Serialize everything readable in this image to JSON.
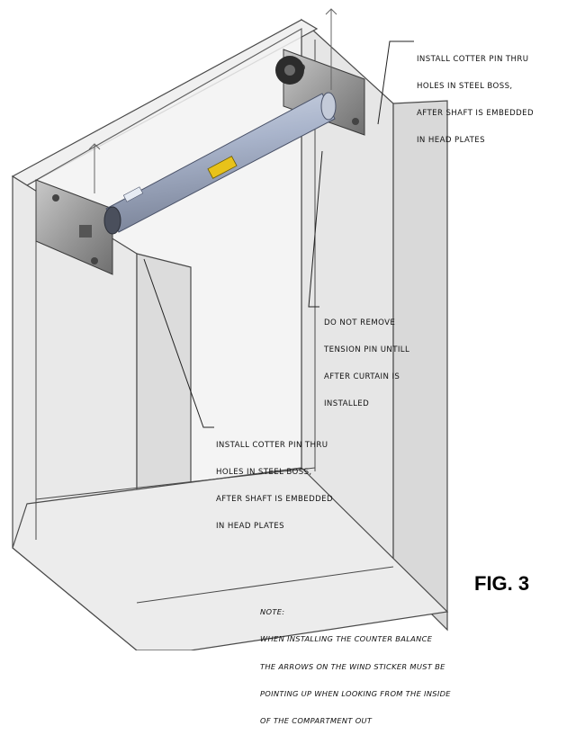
{
  "figure_label": "FIG. 3",
  "callouts": {
    "top_right": [
      "INSTALL COTTER PIN THRU",
      "HOLES IN STEEL BOSS,",
      "AFTER SHAFT IS EMBEDDED",
      "IN HEAD PLATES"
    ],
    "middle": [
      "DO NOT REMOVE",
      "TENSION PIN UNTILL",
      "AFTER CURTAIN IS",
      "INSTALLED"
    ],
    "bottom": [
      "INSTALL COTTER PIN THRU",
      "HOLES IN STEEL BOSS,",
      "AFTER SHAFT IS EMBEDDED",
      "IN HEAD PLATES"
    ]
  },
  "note": {
    "heading": "NOTE:",
    "lines": [
      "WHEN INSTALLING THE COUNTER BALANCE",
      "THE ARROWS ON THE WIND STICKER MUST BE",
      "POINTING UP WHEN LOOKING FROM THE INSIDE",
      "OF THE COMPARTMENT OUT"
    ]
  },
  "colors": {
    "cabinet_fill": "#ebebeb",
    "cabinet_stroke": "#4a4a4a",
    "tube_body": "#a9b4cb",
    "head_plate": "#9a9a9a",
    "sticker": "#e8c21a"
  }
}
